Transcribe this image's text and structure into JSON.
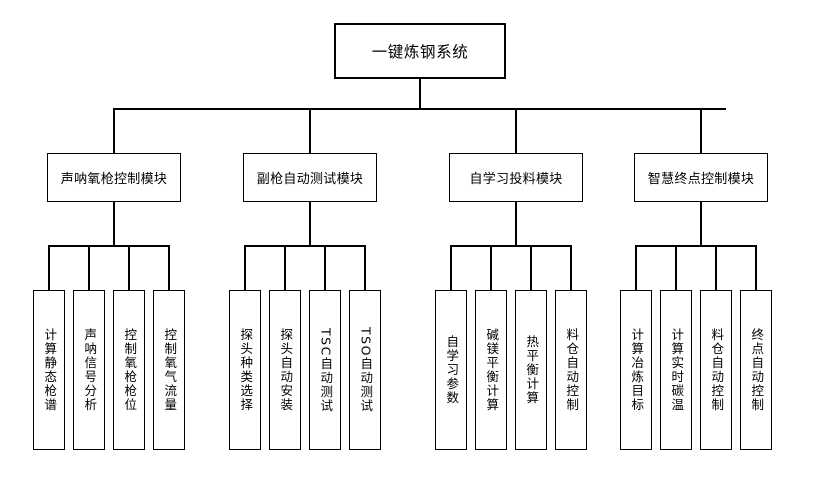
{
  "diagram": {
    "type": "tree-hierarchy",
    "title": "一键炼钢系统",
    "background_color": "#ffffff",
    "line_color": "#000000",
    "text_color": "#000000",
    "root": {
      "label": "一键炼钢系统"
    },
    "modules": [
      {
        "label": "声呐氧枪控制模块",
        "children": [
          {
            "label": "计算静态枪谱"
          },
          {
            "label": "声呐信号分析"
          },
          {
            "label": "控制氧枪枪位"
          },
          {
            "label": "控制氧气流量"
          }
        ]
      },
      {
        "label": "副枪自动测试模块",
        "children": [
          {
            "label": "探头种类选择"
          },
          {
            "label": "探头自动安装"
          },
          {
            "label": "TSC自动测试"
          },
          {
            "label": "TSO自动测试"
          }
        ]
      },
      {
        "label": "自学习投料模块",
        "children": [
          {
            "label": "自学习参数"
          },
          {
            "label": "碱镁平衡计算"
          },
          {
            "label": "热平衡计算"
          },
          {
            "label": "料仓自动控制"
          }
        ]
      },
      {
        "label": "智慧终点控制模块",
        "children": [
          {
            "label": "计算冶炼目标"
          },
          {
            "label": "计算实时碳温"
          },
          {
            "label": "料仓自动控制"
          },
          {
            "label": "终点自动控制"
          }
        ]
      }
    ]
  }
}
